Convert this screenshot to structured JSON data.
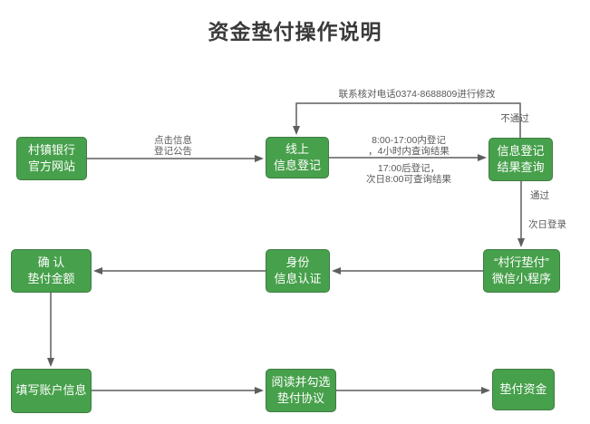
{
  "title": "资金垫付操作说明",
  "colors": {
    "background": "#ffffff",
    "title_text": "#3a3a3a",
    "node_fill": "#47a04b",
    "node_border": "#3f7d43",
    "node_text": "#ffffff",
    "line": "#5e5e5e",
    "edge_label_text": "#595959"
  },
  "nodes": {
    "bank_website": {
      "label": "村镇银行\n官方网站"
    },
    "online_registration": {
      "label": "线上\n信息登记"
    },
    "result_query": {
      "label": "信息登记\n结果查询"
    },
    "confirm_amount": {
      "label": "确 认\n垫付金额"
    },
    "identity_auth": {
      "label": "身份\n信息认证"
    },
    "mini_program": {
      "label": "“村行垫付”\n微信小程序"
    },
    "fill_account": {
      "label": "填写账户信息"
    },
    "read_agreement": {
      "label": "阅读并勾选\n垫付协议"
    },
    "advance_funds": {
      "label": "垫付资金"
    }
  },
  "edge_labels": {
    "click_notice": "点击信息\n登记公告",
    "daytime_rule": "8:00-17:00内登记\n，4小时内查询结果",
    "night_rule": "17:00后登记，\n次日8:00可查询结果",
    "contact_modify": "联系核对电话0374-8688809进行修改",
    "not_passed": "不通过",
    "passed": "通过",
    "next_day_login": "次日登录"
  }
}
